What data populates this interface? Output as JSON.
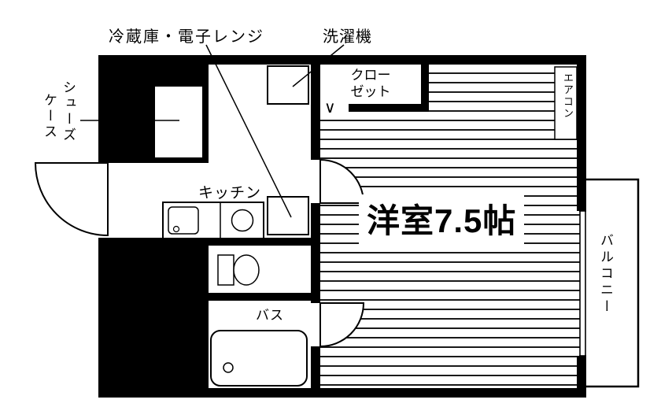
{
  "plan": {
    "labels": {
      "fridge_microwave": "冷蔵庫・電子レンジ",
      "washer": "洗濯機",
      "shoe_case": {
        "col1": "シューズ",
        "col2": "ケース"
      },
      "closet": {
        "line1": "クロー",
        "line2": "ゼット",
        "fold_mark": "∨"
      },
      "kitchen": "キッチン",
      "bath": "バス",
      "main_room": "洋室7.5帖",
      "aircon": "エアコン",
      "balcony": "バルコニー"
    },
    "colors": {
      "wall": "#000000",
      "floor_line": "#1a1a1a",
      "background": "#ffffff"
    }
  }
}
